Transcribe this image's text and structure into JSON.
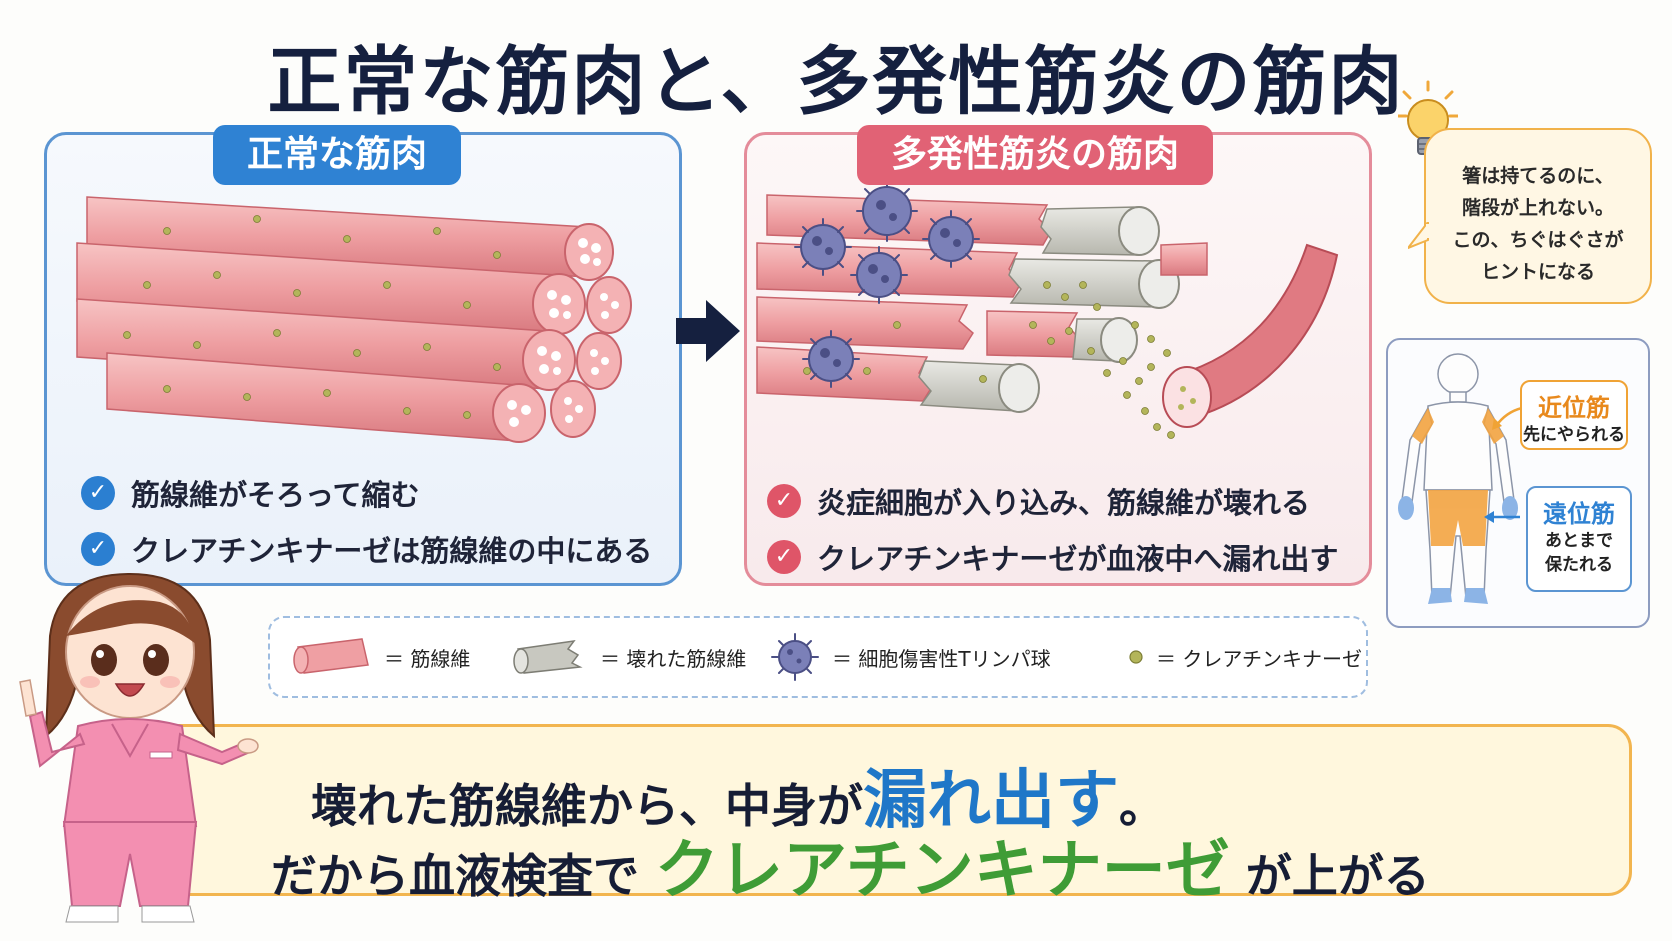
{
  "title": "正常な筋肉と、多発性筋炎の筋肉",
  "normal_panel": {
    "label": "正常な筋肉",
    "points": [
      "筋線維がそろって縮む",
      "クレアチンキナーゼは筋線維の中にある"
    ]
  },
  "myositis_panel": {
    "label": "多発性筋炎の筋肉",
    "points": [
      "炎症細胞が入り込み、筋線維が壊れる",
      "クレアチンキナーゼが血液中へ漏れ出す"
    ]
  },
  "hint": {
    "lines": [
      "箸は持てるのに、",
      "階段が上れない。",
      "この、ちぐはぐさが",
      "ヒントになる"
    ]
  },
  "body_diagram": {
    "proximal_title": "近位筋",
    "proximal_sub": "先にやられる",
    "distal_title": "遠位筋",
    "distal_sub1": "あとまで",
    "distal_sub2": "保たれる"
  },
  "legend": {
    "muscle_fiber": "＝ 筋線維",
    "broken_fiber": "＝ 壊れた筋線維",
    "t_cell": "＝ 細胞傷害性Tリンパ球",
    "ck": "＝ クレアチンキナーゼ"
  },
  "summary": {
    "line1_pre": "壊れた筋線維から、中身が",
    "line1_highlight": "漏れ出す",
    "line1_post": "。",
    "line2_pre": "だから血液検査で",
    "line2_highlight": "クレアチンキナーゼ",
    "line2_post": "が上がる"
  },
  "colors": {
    "title": "#15203f",
    "normal_accent": "#2f82d3",
    "myositis_accent": "#e16275",
    "highlight_blue": "#1f77c8",
    "highlight_green": "#3f9c36",
    "muscle_pink": "#ef9fa3",
    "ck_dot": "#b3b55a",
    "t_cell": "#7b80b8"
  }
}
